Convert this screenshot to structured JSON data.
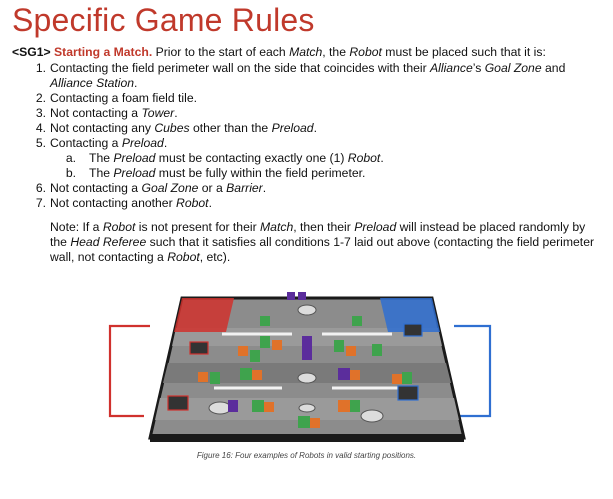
{
  "title": "Specific Game Rules",
  "rule": {
    "code": "<SG1>",
    "name": "Starting a Match.",
    "intro_a": "Prior to the start of each ",
    "intro_b": "Match",
    "intro_c": ", the ",
    "intro_d": "Robot",
    "intro_e": " must be placed such that it is:"
  },
  "items": [
    {
      "num": "1.",
      "a": "Contacting the field perimeter wall on the side that coincides with their ",
      "b": "Alliance",
      "c": "’s ",
      "d": "Goal Zone",
      "e": " and",
      "f": "Alliance Station",
      "g": "."
    },
    {
      "num": "2.",
      "a": "Contacting a foam field tile."
    },
    {
      "num": "3.",
      "a": "Not contacting a ",
      "b": "Tower",
      "c": "."
    },
    {
      "num": "4.",
      "a": "Not contacting any ",
      "b": "Cubes",
      "c": " other than the ",
      "d": "Preload",
      "e": "."
    },
    {
      "num": "5.",
      "a": "Contacting a ",
      "b": "Preload",
      "c": "."
    },
    {
      "num": "a.",
      "a": "The ",
      "b": "Preload",
      "c": " must be contacting exactly one (1) ",
      "d": "Robot",
      "e": "."
    },
    {
      "num": "b.",
      "a": "The ",
      "b": "Preload",
      "c": " must be fully within the field perimeter."
    },
    {
      "num": "6.",
      "a": "Not contacting a ",
      "b": "Goal Zone",
      "c": " or a ",
      "d": "Barrier",
      "e": "."
    },
    {
      "num": "7.",
      "a": "Not contacting another ",
      "b": "Robot",
      "c": "."
    }
  ],
  "note": {
    "a": "Note: If a ",
    "b": "Robot",
    "c": " is not present for their ",
    "d": "Match",
    "e": ", then their ",
    "f": "Preload",
    "g": " will instead be placed randomly by the ",
    "h": "Head Referee",
    "i": " such that it satisfies all conditions 1-7 laid out above (contacting the field perimeter wall, not contacting a ",
    "j": "Robot",
    "k": ", etc)."
  },
  "figure": {
    "caption": "Figure 16: Four examples of Robots in valid starting positions.",
    "colors": {
      "red": "#d0312d",
      "blue": "#2f6fd1",
      "orange": "#e0722a",
      "green": "#3fa34d",
      "purple": "#5b2d9c",
      "tile": "#8c8c8c",
      "tile_dark": "#555555",
      "wall": "#1a1a1a"
    }
  }
}
